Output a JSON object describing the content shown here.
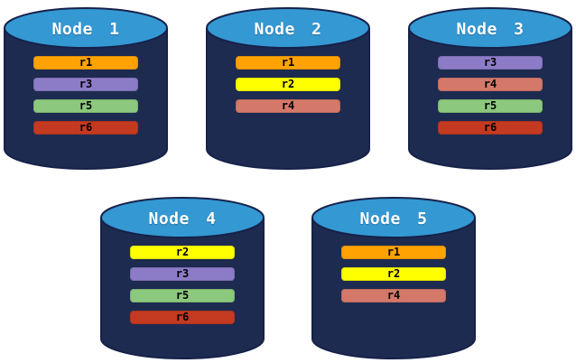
{
  "diagram": {
    "description": "Database nodes with replicated partitions",
    "background": "#ffffff"
  },
  "colors": {
    "cylinder_body": "#1d2b50",
    "cylinder_top": "#3498d3",
    "cylinder_outline": "#16224a",
    "node_label_text": "#ffffff",
    "partition_label_text": "#000000"
  },
  "partition_colors": {
    "r1": "#ffa202",
    "r2": "#ffff00",
    "r3": "#8c7cc8",
    "r4": "#d4796a",
    "r5": "#8cc87d",
    "r6": "#c43a20"
  },
  "nodes": [
    {
      "label": "Node 1",
      "partitions": [
        "r1",
        "r3",
        "r5",
        "r6"
      ]
    },
    {
      "label": "Node 2",
      "partitions": [
        "r1",
        "r2",
        "r4"
      ]
    },
    {
      "label": "Node 3",
      "partitions": [
        "r3",
        "r4",
        "r5",
        "r6"
      ]
    },
    {
      "label": "Node 4",
      "partitions": [
        "r2",
        "r3",
        "r5",
        "r6"
      ]
    },
    {
      "label": "Node 5",
      "partitions": [
        "r1",
        "r2",
        "r4"
      ]
    }
  ]
}
